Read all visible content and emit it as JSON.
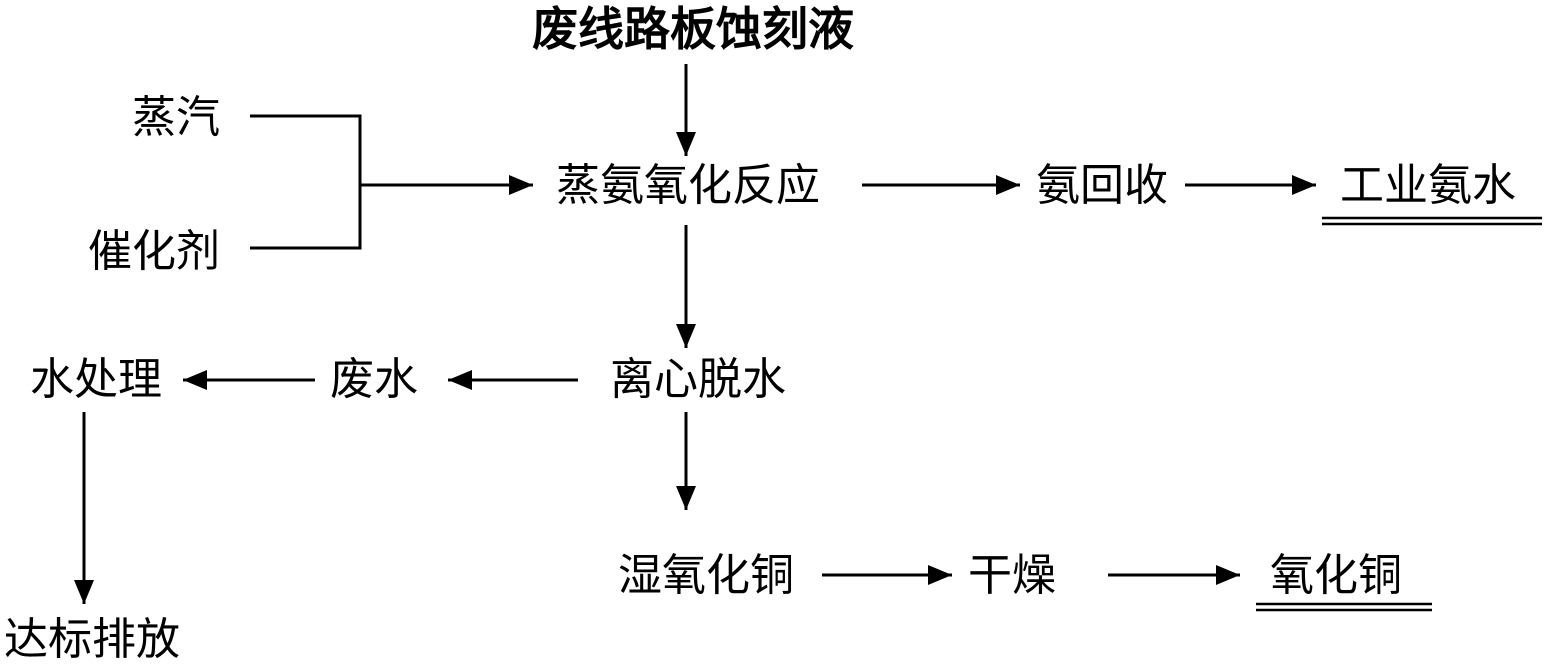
{
  "nodes": {
    "feed": "废线路板蚀刻液",
    "steam": "蒸汽",
    "catalyst": "催化剂",
    "reaction": "蒸氨氧化反应",
    "ammonia_recovery": "氨回收",
    "industrial_ammonia": "工业氨水",
    "centrifuge": "离心脱水",
    "wastewater": "废水",
    "water_treatment": "水处理",
    "discharge": "达标排放",
    "wet_copper_oxide": "湿氧化铜",
    "drying": "干燥",
    "copper_oxide": "氧化铜"
  },
  "colors": {
    "ink": "#000000",
    "background": "#ffffff"
  }
}
